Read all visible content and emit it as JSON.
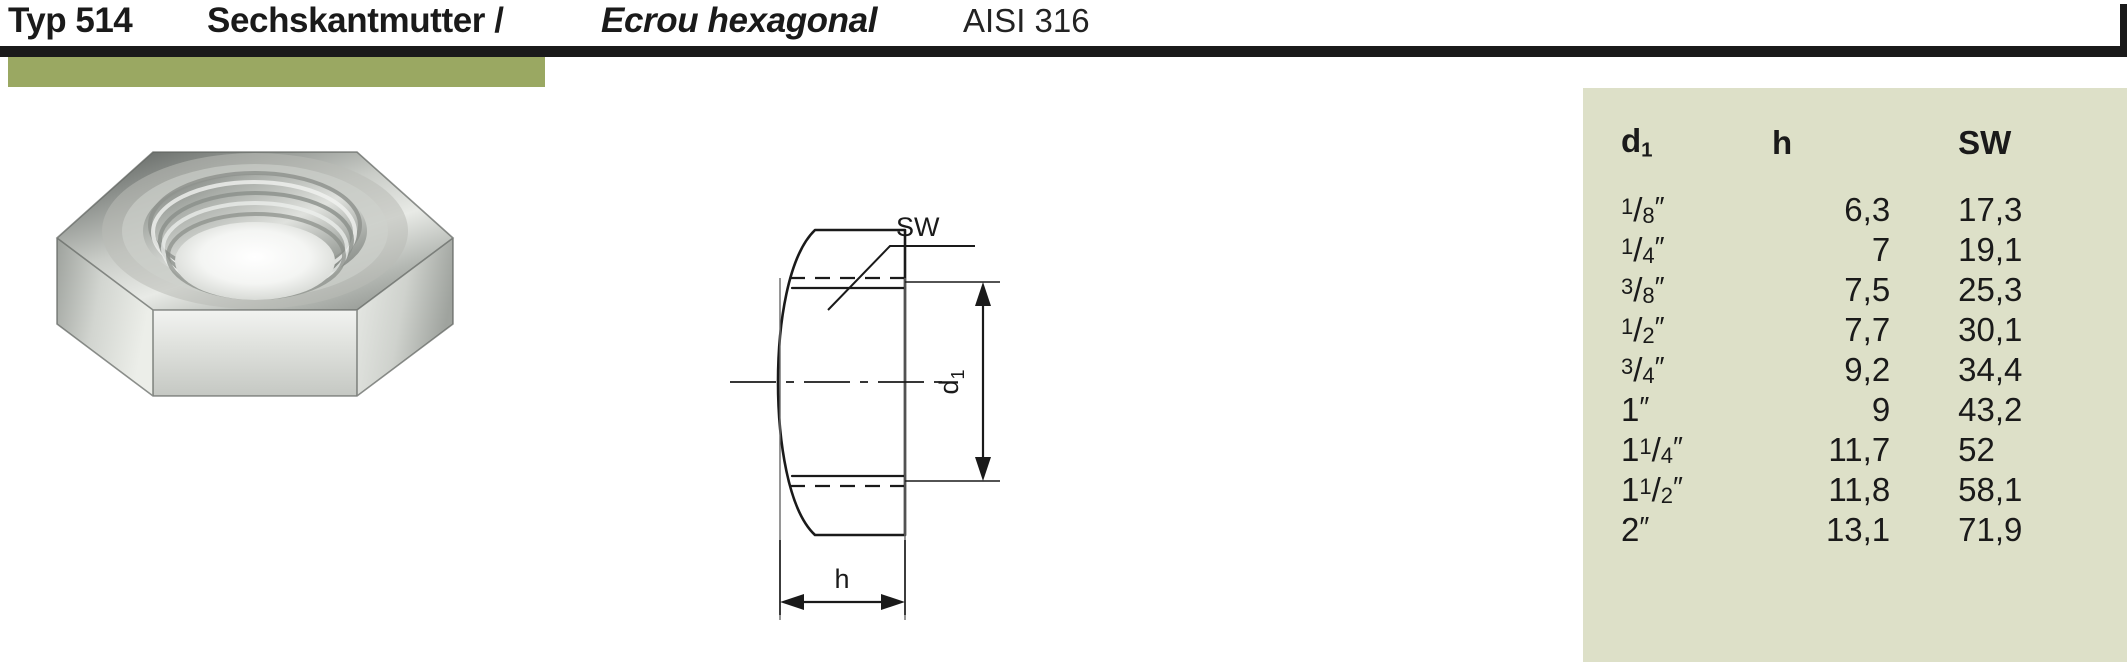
{
  "header": {
    "type_code": "Typ 514",
    "name_de": "Sechskantmutter /",
    "name_fr": "Ecrou hexagonal",
    "material": "AISI 316"
  },
  "colors": {
    "accent_bar": "#9aa862",
    "table_panel": "#dde0c8",
    "rule": "#1a1a1a"
  },
  "drawing": {
    "label_sw": "SW",
    "label_d1": "d1",
    "label_h": "h"
  },
  "photo": {
    "alt": "stainless-steel-hex-nut"
  },
  "table": {
    "headers": {
      "d1": "d",
      "d1_sub": "1",
      "h": "h",
      "sw": "SW"
    },
    "rows": [
      {
        "whole": "",
        "num": "1",
        "den": "8",
        "inch": "″",
        "h": "6,3",
        "sw": "17,3"
      },
      {
        "whole": "",
        "num": "1",
        "den": "4",
        "inch": "″",
        "h": "7",
        "sw": "19,1"
      },
      {
        "whole": "",
        "num": "3",
        "den": "8",
        "inch": "″",
        "h": "7,5",
        "sw": "25,3"
      },
      {
        "whole": "",
        "num": "1",
        "den": "2",
        "inch": "″",
        "h": "7,7",
        "sw": "30,1"
      },
      {
        "whole": "",
        "num": "3",
        "den": "4",
        "inch": "″",
        "h": "9,2",
        "sw": "34,4"
      },
      {
        "whole": "1",
        "num": "",
        "den": "",
        "inch": "″",
        "h": "9",
        "sw": "43,2"
      },
      {
        "whole": "1",
        "num": "1",
        "den": "4",
        "inch": "″",
        "h": "11,7",
        "sw": "52"
      },
      {
        "whole": "1",
        "num": "1",
        "den": "2",
        "inch": "″",
        "h": "11,8",
        "sw": "58,1"
      },
      {
        "whole": "2",
        "num": "",
        "den": "",
        "inch": "″",
        "h": "13,1",
        "sw": "71,9"
      }
    ]
  }
}
